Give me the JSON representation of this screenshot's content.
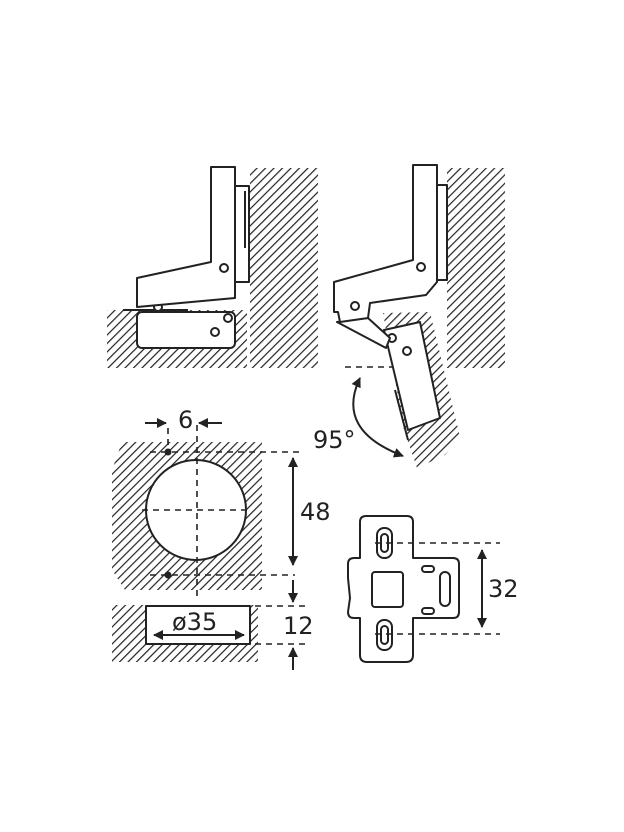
{
  "labels": {
    "offset": "6",
    "height": "48",
    "angle": "95°",
    "diameter": "ø35",
    "depth": "12",
    "plate_spacing": "32"
  },
  "colors": {
    "ink": "#222222",
    "background": "#ffffff"
  }
}
